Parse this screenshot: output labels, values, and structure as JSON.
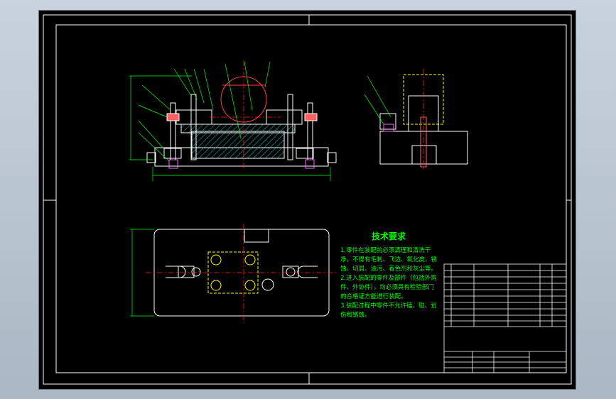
{
  "tech_requirements": {
    "title": "技术要求",
    "lines": [
      "1.零件在装配前必须清理和清洗干",
      "净，不得有毛刺、飞边、氧化皮、锈",
      "蚀、切屑、油污、着色剂和灰尘等。",
      "2.进入装配的零件及部件（包括外购",
      "件、外协件），均必须具有检验部门",
      "的合格证方能进行装配。",
      "3.装配过程中零件不允许磕、碰、划",
      "伤和锈蚀。"
    ]
  },
  "colors": {
    "background": "#000000",
    "frame": "#ffffff",
    "part": "#ffffff",
    "dimension": "#00ff00",
    "centerline": "#ff2020",
    "hatch": "#00c8c8",
    "highlight": "#ffff00",
    "annotation": "#00ff00"
  },
  "icons": [
    "crosshair-marker",
    "hole-symbol"
  ]
}
